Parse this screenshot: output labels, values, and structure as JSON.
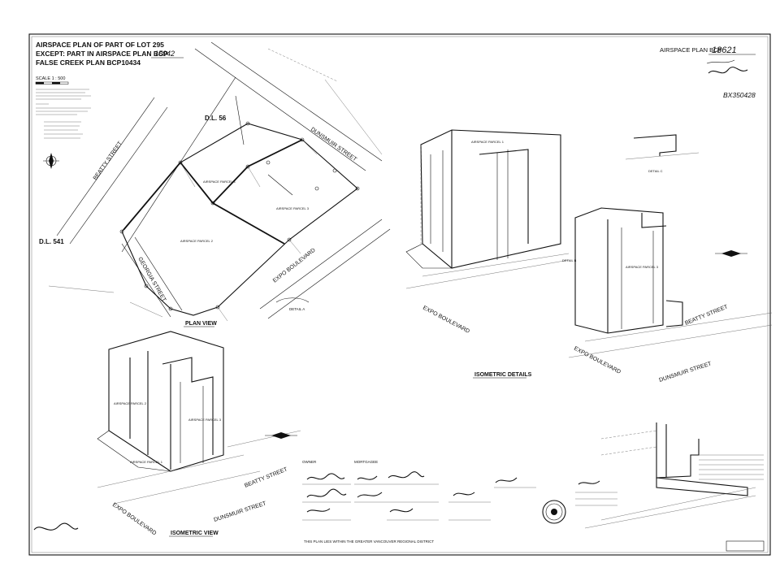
{
  "title_block": {
    "line1": "AIRSPACE PLAN OF PART OF LOT 295",
    "line2": "EXCEPT: PART IN AIRSPACE PLAN BCP",
    "line2_hand": "15042",
    "line3": "FALSE CREEK PLAN BCP10434",
    "scale": "SCALE 1 : 500"
  },
  "top_right": {
    "plan_label": "AIRSPACE PLAN BCP",
    "plan_number": "18621",
    "registration": "BX350428"
  },
  "plan_view": {
    "title": "PLAN VIEW",
    "streets": {
      "beatty": "BEATTY STREET",
      "dunsmuir": "DUNSMUIR STREET",
      "georgia": "GEORGIA STREET",
      "expo": "EXPO BOULEVARD"
    },
    "labels": {
      "dl_top": "D.L. 56",
      "dl_left": "D.L. 541",
      "parcel1": "AIRSPACE PARCEL 1",
      "parcel2": "AIRSPACE PARCEL 2",
      "parcel3": "AIRSPACE PARCEL 3",
      "detail_a": "DETAIL A"
    }
  },
  "iso_details": {
    "title": "ISOMETRIC DETAILS",
    "streets": {
      "expo_mid": "EXPO BOULEVARD",
      "expo_right": "EXPO BOULEVARD",
      "beatty": "BEATTY STREET",
      "dunsmuir": "DUNSMUIR STREET"
    },
    "labels": {
      "parcel1": "AIRSPACE PARCEL 1",
      "parcel3": "AIRSPACE PARCEL 3",
      "detail_b": "DETAIL B",
      "detail_c": "DETAIL C"
    }
  },
  "iso_view": {
    "title": "ISOMETRIC VIEW",
    "streets": {
      "beatty": "BEATTY STREET",
      "dunsmuir": "DUNSMUIR STREET",
      "expo": "EXPO BOULEVARD"
    },
    "labels": {
      "parcel1": "AIRSPACE PARCEL 1",
      "parcel2": "AIRSPACE PARCEL 2",
      "parcel3": "AIRSPACE PARCEL 3"
    }
  },
  "signatures": {
    "owner": "OWNER",
    "mortgagee": "MORTGAGEE"
  },
  "footer": {
    "district_note": "THIS PLAN LIES WITHIN THE GREATER VANCOUVER REGIONAL DISTRICT"
  }
}
